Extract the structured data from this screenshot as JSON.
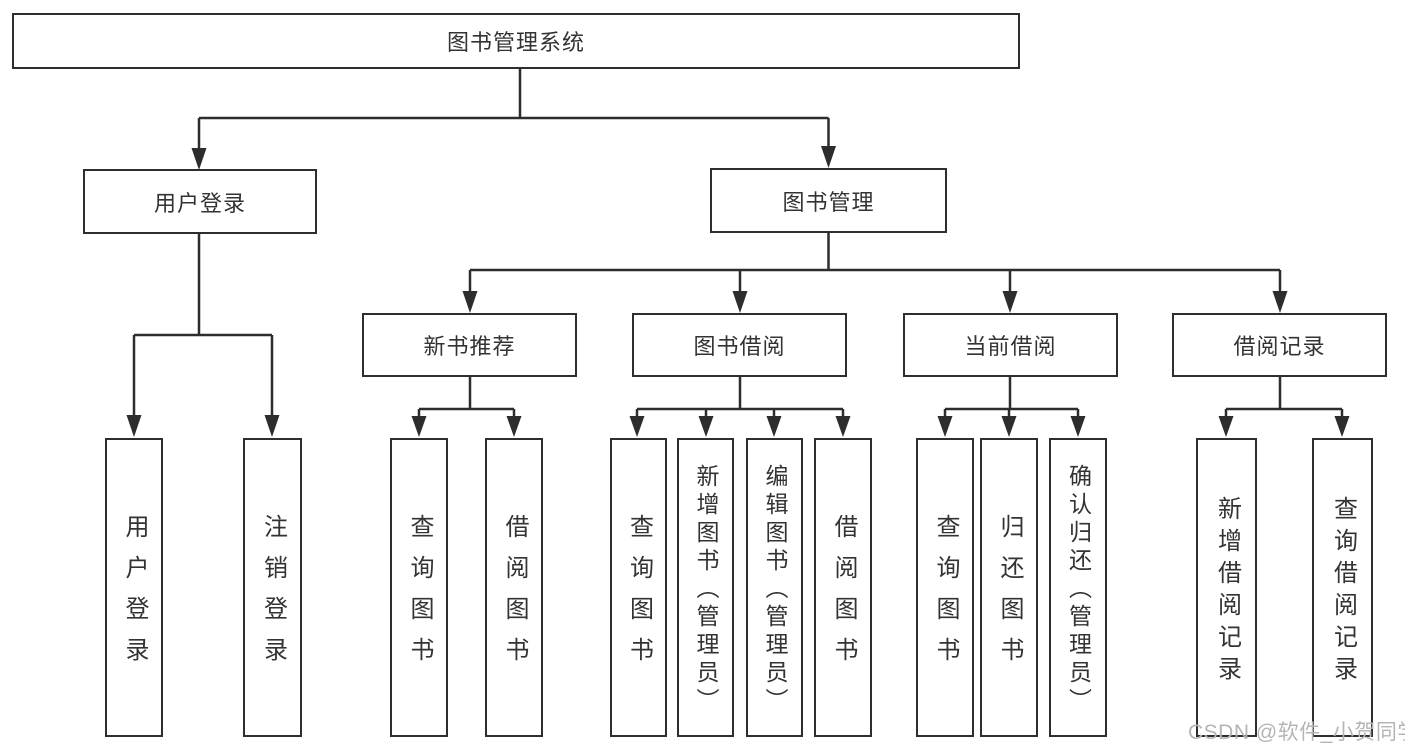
{
  "tree": {
    "label": "图书管理系统",
    "children": [
      {
        "label": "用户登录",
        "children": [
          {
            "label": "用户登录"
          },
          {
            "label": "注销登录"
          }
        ]
      },
      {
        "label": "图书管理",
        "children": [
          {
            "label": "新书推荐",
            "children": [
              {
                "label": "查询图书"
              },
              {
                "label": "借阅图书"
              }
            ]
          },
          {
            "label": "图书借阅",
            "children": [
              {
                "label": "查询图书"
              },
              {
                "label": "新增图书（管理员）"
              },
              {
                "label": "编辑图书（管理员）"
              },
              {
                "label": "借阅图书"
              }
            ]
          },
          {
            "label": "当前借阅",
            "children": [
              {
                "label": "查询图书"
              },
              {
                "label": "归还图书"
              },
              {
                "label": "确认归还（管理员）"
              }
            ]
          },
          {
            "label": "借阅记录",
            "children": [
              {
                "label": "新增借阅记录"
              },
              {
                "label": "查询借阅记录"
              }
            ]
          }
        ]
      }
    ]
  },
  "watermark": {
    "text": "CSDN @软件_小贺同学"
  },
  "colors": {
    "line": "#2d2d2d",
    "box_border": "#2e2e2e",
    "text": "#333333",
    "watermark": "#b5b5b5",
    "background": "#ffffff"
  }
}
